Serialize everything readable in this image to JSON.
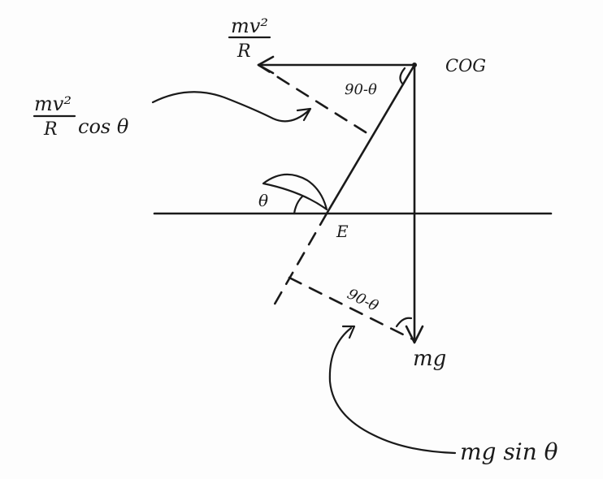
{
  "diagram": {
    "labels": {
      "mv2_over_r_top_num": "mv²",
      "mv2_over_r_top_den": "R",
      "cog": "COG",
      "mv2_over_r_cos_num": "mv²",
      "mv2_over_r_cos_den": "R",
      "mv2_over_r_cos_tail": "cos θ",
      "angle_90_minus_theta_top": "90-θ",
      "theta": "θ",
      "point_e": "E",
      "angle_90_minus_theta_bottom": "90-θ",
      "mg": "mg",
      "mg_sin_theta": "mg sin θ"
    },
    "colors": {
      "ink": "#1a1a1a",
      "background": "#fdfdfd"
    }
  }
}
